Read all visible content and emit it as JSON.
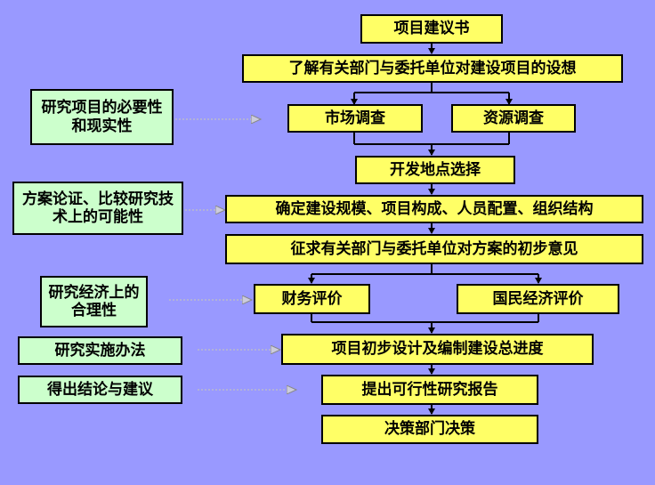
{
  "flow": {
    "step1": "项目建议书",
    "step2": "了解有关部门与委托单位对建设项目的设想",
    "step3a": "市场调查",
    "step3b": "资源调查",
    "step4": "开发地点选择",
    "step5": "确定建设规模、项目构成、人员配置、组织结构",
    "step6": "征求有关部门与委托单位对方案的初步意见",
    "step7a": "财务评价",
    "step7b": "国民经济评价",
    "step8": "项目初步设计及编制建设总进度",
    "step9": "提出可行性研究报告",
    "step10": "决策部门决策"
  },
  "notes": {
    "n1": "研究项目的必要性和现实性",
    "n2": "方案论证、比较研究技术上的可能性",
    "n3": "研究经济上的合理性",
    "n4": "研究实施办法",
    "n5": "得出结论与建议"
  },
  "colors": {
    "background": "#9999ff",
    "flow_box": "#ffff66",
    "note_box": "#ccffcc"
  }
}
